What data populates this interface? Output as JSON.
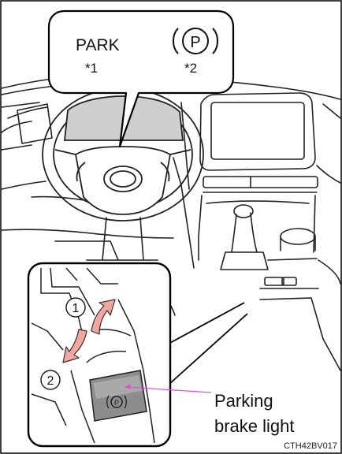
{
  "callout": {
    "park_text": "PARK",
    "park_symbol": "P",
    "note1": "*1",
    "note2": "*2"
  },
  "inset": {
    "step1": "1",
    "step2": "2",
    "switch_symbol": "P"
  },
  "label": {
    "line1": "Parking",
    "line2": "brake light"
  },
  "figure_id": "CTH42BV017",
  "colors": {
    "arrow_fill": "#f4a6a1",
    "indicator_line": "#e04fd4",
    "screen_gray": "#cfcfcf"
  },
  "icons": [
    "parking-brake-icon",
    "curved-arrow-up-icon",
    "curved-arrow-down-icon"
  ]
}
